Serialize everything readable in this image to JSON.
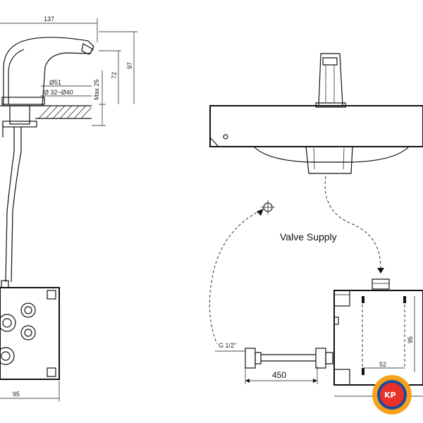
{
  "dimensions": {
    "top_width": "137",
    "height_97": "97",
    "height_72": "72",
    "max_25": "Max 25",
    "dia_51": "Ø51",
    "dia_32_40": "Ø 32~Ø40",
    "bottom_95": "95",
    "box_95": "95",
    "box_52": "52",
    "hose_450": "450",
    "thread": "G 1/2\""
  },
  "labels": {
    "valve_supply": "Valve Supply"
  },
  "logo": {
    "text": "KP",
    "colors": {
      "outer": "#f7a21b",
      "inner": "#e8312a",
      "ring": "#1b4aa0"
    }
  }
}
